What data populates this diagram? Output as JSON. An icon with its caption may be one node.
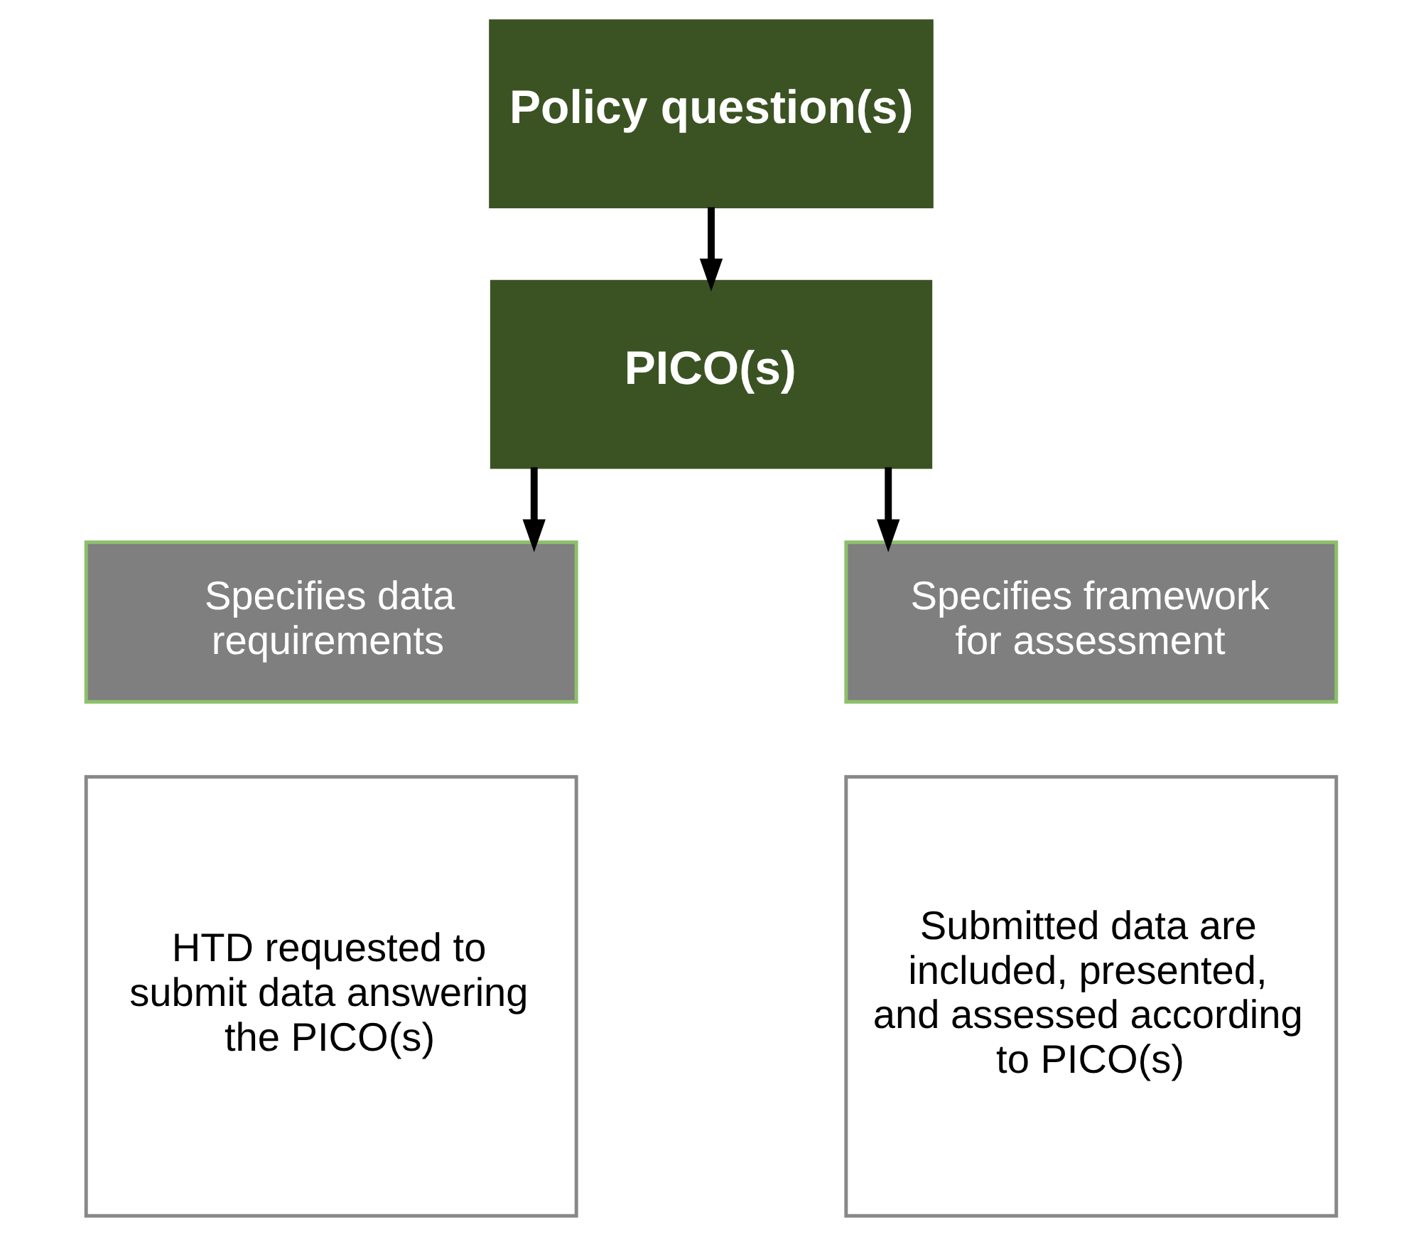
{
  "diagram": {
    "nodes": [
      {
        "text": [
          "Policy question(s)"
        ]
      },
      {
        "text": [
          "PICO(s)"
        ]
      },
      {
        "text": [
          "Specifies data requirements"
        ]
      },
      {
        "text": [
          "Specifies framework for assessment"
        ]
      },
      {
        "text": [
          "HTD requested to submit data answering the PICO(s)"
        ]
      },
      {
        "text": [
          "Submitted data are included, presented, and assessed according to PICO(s)"
        ]
      }
    ],
    "edges": [
      {
        "from": 0,
        "to": 1,
        "arrow": "to"
      },
      {
        "from": 1,
        "to": 2,
        "arrow": "to"
      },
      {
        "from": 1,
        "to": 3,
        "arrow": "to"
      }
    ]
  }
}
